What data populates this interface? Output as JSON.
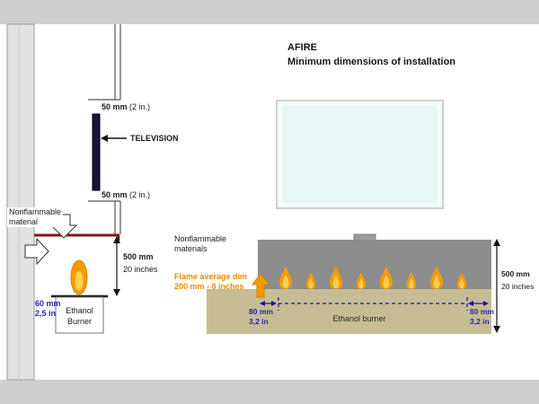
{
  "header": {
    "brand": "AFIRE",
    "subtitle": "Minimum dimensions of installation"
  },
  "side_view": {
    "tv_gap_top": {
      "mm": "50 mm",
      "inches": "(2 in.)"
    },
    "tv_label": "TELEVISION",
    "tv_gap_bottom": {
      "mm": "50 mm",
      "inches": "(2 in.)"
    },
    "nonflammable_line1": "Nonflammable",
    "nonflammable_line2": "material",
    "firebox_height": {
      "mm": "500 mm",
      "inches": "20 inches"
    },
    "burner_depth": {
      "mm": "60 mm",
      "inches": "2,5 in"
    },
    "burner_label_line1": "Ethanol",
    "burner_label_line2": "Burner"
  },
  "front_view": {
    "nonflammable_line1": "Nonflammable",
    "nonflammable_line2": "materials",
    "flame_dim_line1": "Flame average dim",
    "flame_dim_line2": "200 mm - 8 inches",
    "left_margin": {
      "mm": "80 mm",
      "inches": "3,2 in"
    },
    "right_margin": {
      "mm": "80 mm",
      "inches": "3,2 in"
    },
    "burner_label": "Ethanol burner",
    "install_height": {
      "mm": "500 mm",
      "inches": "20 inches"
    }
  },
  "colors": {
    "flame_orange": "#F59B00",
    "flame_inner_yellow": "#FFCE54",
    "dimension_blue": "#2B2BB9",
    "flame_text_orange": "#F08A00",
    "firebox_line_maroon": "#7A1A1A",
    "front_wall_gray": "#8D8D8D",
    "burner_base_tan": "#C6BD94",
    "tv_navy": "#14143C"
  }
}
